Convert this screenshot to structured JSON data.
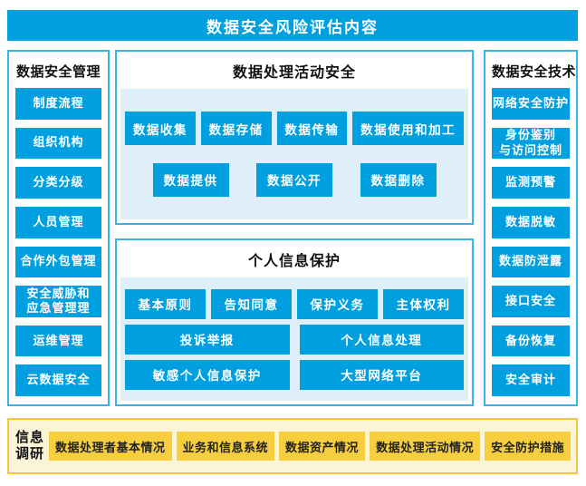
{
  "banner": {
    "title": "数据安全风险评估内容"
  },
  "left_panel": {
    "title": "数据安全管理",
    "items": [
      "制度流程",
      "组织机构",
      "分类分级",
      "人员管理",
      "合作外包管理",
      "安全威胁和\n应急管理理",
      "运维管理",
      "云数据安全"
    ]
  },
  "process_box": {
    "title": "数据处理活动安全",
    "row1": [
      "数据收集",
      "数据存储",
      "数据传输",
      "数据使用和加工"
    ],
    "row2": [
      "数据提供",
      "数据公开",
      "数据删除"
    ]
  },
  "privacy_box": {
    "title": "个人信息保护",
    "row1": [
      "基本原则",
      "告知同意",
      "保护义务",
      "主体权利"
    ],
    "row2": [
      "投诉举报",
      "个人信息处理"
    ],
    "row3": [
      "敏感个人信息保护",
      "大型网络平台"
    ]
  },
  "right_panel": {
    "title": "数据安全技术",
    "items": [
      "网络安全防护",
      "身份鉴别\n与访问控制",
      "监测预警",
      "数据脱敏",
      "数据防泄露",
      "接口安全",
      "备份恢复",
      "安全审计"
    ]
  },
  "bottom_panel": {
    "label": "信息\n调研",
    "items": [
      "数据处理者基本情况",
      "业务和信息系统",
      "数据资产情况",
      "数据处理活动情况",
      "安全防护措施"
    ]
  },
  "colors": {
    "primary_blue": "#009FE0",
    "border_blue": "#3AB3EA",
    "panel_blue": "#DEEFF9",
    "gold": "#F6CE3E",
    "gold_border": "#F8C53C",
    "cream": "#FCF4D6"
  }
}
